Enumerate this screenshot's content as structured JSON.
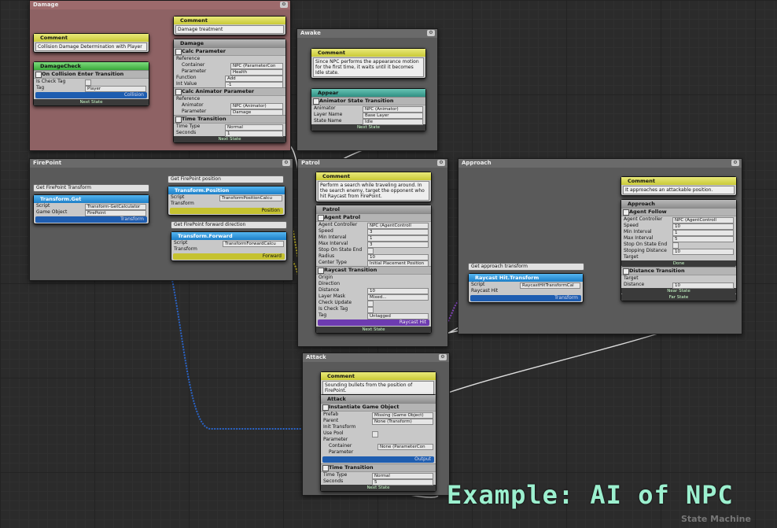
{
  "groups": {
    "damage": "Damage",
    "awake": "Awake",
    "firepoint": "FirePoint",
    "patrol": "Patrol",
    "approach": "Approach",
    "attack": "Attack"
  },
  "comment_title": "Comment",
  "damage": {
    "comment1": "Collision Damage Determination with Player",
    "comment2": "Damage treatment",
    "damage_check": "DamageCheck",
    "collision": "On Collision Enter Transition",
    "is_check_tag": "Is Check Tag",
    "tag": "Tag",
    "tag_val": "Player",
    "collision_bar": "Collision",
    "next_state": "Next State",
    "damage_node": "Damage",
    "calc_param": "Calc Parameter",
    "reference": "Reference",
    "container": "Container",
    "container_val": "NPC (ParameterCon",
    "parameter": "Parameter",
    "parameter_val": "Health",
    "function": "Function",
    "function_val": "Add",
    "int_value": "Int Value",
    "int_value_val": "-1",
    "calc_anim": "Calc Animator Parameter",
    "animator": "Animator",
    "animator_val": "NPC (Animator)",
    "anim_param_val": "Damage",
    "time_trans": "Time Transition",
    "time_type": "Time Type",
    "time_type_val": "Normal",
    "seconds": "Seconds",
    "seconds_val": "1"
  },
  "awake": {
    "comment": "Since NPC performs the appearance motion for the first time, it waits until it becomes Idle state.",
    "appear": "Appear",
    "ast": "Animator State Transition",
    "animator": "Animator",
    "animator_val": "NPC (Animator)",
    "layer": "Layer Name",
    "layer_val": "Base Layer",
    "state": "State Name",
    "state_val": "Idle",
    "next_state": "Next State"
  },
  "firepoint": {
    "get_transform": "Get FirePoint Transform",
    "tget": "Transform.Get",
    "script": "Script",
    "script_val": "Transform-GetCalculator",
    "game_object": "Game Object",
    "go_val": "FirePoint",
    "transform": "Transform",
    "get_pos": "Get FirePoint position",
    "tpos": "Transform.Position",
    "tpos_script": "TransformPositionCalcu",
    "position": "Position",
    "get_fwd": "Get FirePoint forward direction",
    "tfwd": "Transform.Forward",
    "tfwd_script": "TransformForwardCalcu",
    "forward": "Forward"
  },
  "patrol": {
    "comment": "Perform a search while traveling around. In the search enemy, target the opponent who hit Raycast from FirePoint.",
    "node": "Patrol",
    "agent_patrol": "Agent Patrol",
    "agent_ctrl": "Agent Controller",
    "agent_ctrl_val": "NPC (AgentControll",
    "speed": "Speed",
    "speed_val": "3",
    "min_interval": "Min Interval",
    "min_interval_val": "1",
    "max_interval": "Max Interval",
    "max_interval_val": "3",
    "stop_on_end": "Stop On State End",
    "radius": "Radius",
    "radius_val": "10",
    "center_type": "Center Type",
    "center_type_val": "Initial Placement Position",
    "raycast_trans": "Raycast Transition",
    "origin": "Origin",
    "direction": "Direction",
    "distance": "Distance",
    "distance_val": "10",
    "layer_mask": "Layer Mask",
    "layer_mask_val": "Mixed...",
    "check_update": "Check Update",
    "is_check_tag": "Is Check Tag",
    "tag": "Tag",
    "tag_val": "Untagged",
    "raycast_hit": "Raycast Hit",
    "next_state": "Next State"
  },
  "approach": {
    "comment": "It approaches an attackable position.",
    "get_transform": "Get approach transform",
    "rht": "Raycast Hit.Transform",
    "script": "Script",
    "script_val": "RaycastHitTransformCal",
    "raycast_hit": "Raycast Hit",
    "transform": "Transform",
    "node": "Approach",
    "agent_follow": "Agent Follow",
    "agent_ctrl": "Agent Controller",
    "agent_ctrl_val": "NPC (AgentControll",
    "speed": "Speed",
    "speed_val": "10",
    "min_interval": "Min Interval",
    "min_interval_val": "1",
    "max_interval": "Max Interval",
    "max_interval_val": "5",
    "stop_on_end": "Stop On State End",
    "stopping": "Stopping Distance",
    "stopping_val": "10",
    "target": "Target",
    "done": "Done",
    "dist_trans": "Distance Transition",
    "distance": "Distance",
    "distance_val": "10",
    "near": "Near State",
    "far": "Far State"
  },
  "attack": {
    "comment": "Sounding bullets from the position of FirePoint.",
    "node": "Attack",
    "instantiate": "Instantiate Game Object",
    "prefab": "Prefab",
    "prefab_val": "Missing (Game Object)",
    "parent": "Parent",
    "parent_val": "None (Transform)",
    "init_trans": "Init Transform",
    "use_pool": "Use Pool",
    "parameter": "Parameter",
    "container": "Container",
    "container_val": "None (ParameterCon",
    "param_sub": "Parameter",
    "output": "Output",
    "time_trans": "Time Transition",
    "time_type": "Time Type",
    "time_type_val": "Normal",
    "seconds": "Seconds",
    "seconds_val": "5",
    "next_state": "Next State"
  },
  "title": "Example: AI of NPC",
  "subtitle": "State Machine"
}
